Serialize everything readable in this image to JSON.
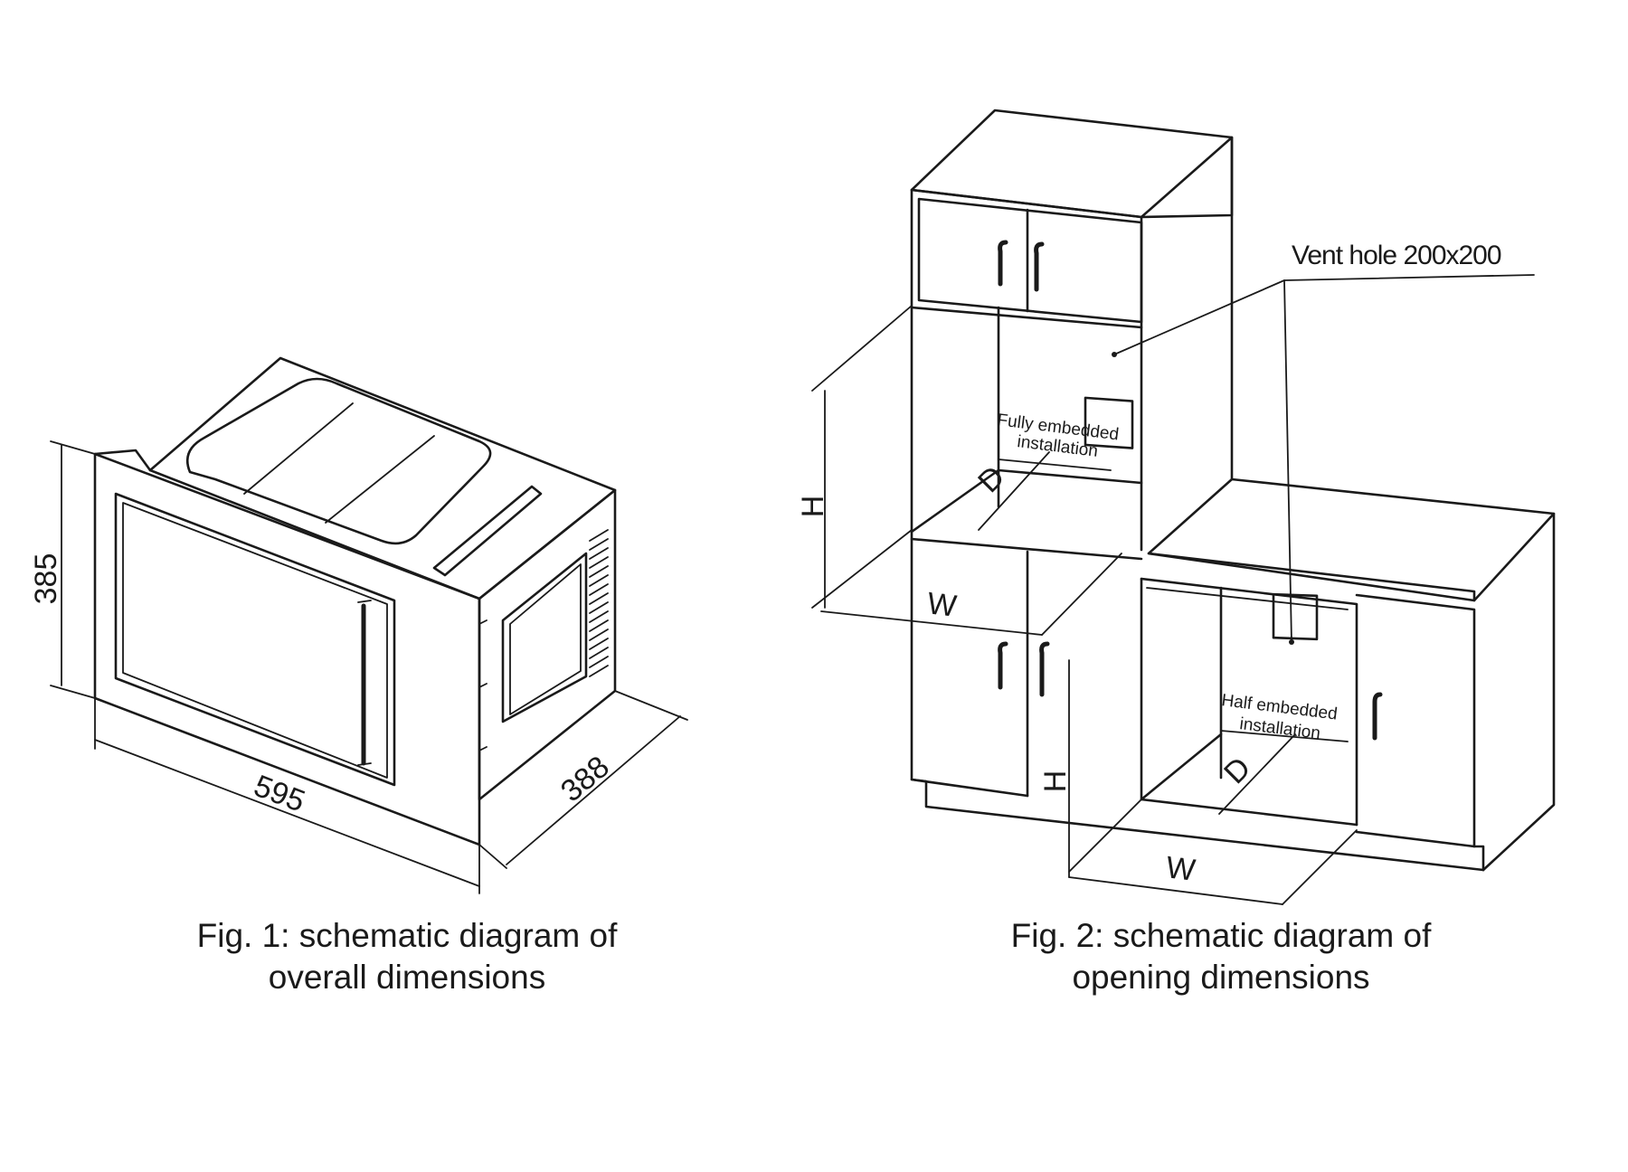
{
  "fig1": {
    "dim_height": "385",
    "dim_width": "595",
    "dim_depth": "388",
    "caption_line1": "Fig. 1: schematic diagram of",
    "caption_line2": "overall dimensions"
  },
  "fig2": {
    "vent_label": "Vent hole 200x200",
    "full_label_line1": "Fully embedded",
    "full_label_line2": "installation",
    "half_label_line1": "Half embedded",
    "half_label_line2": "installation",
    "dim_h": "H",
    "dim_w": "W",
    "dim_d": "D",
    "caption_line1": "Fig. 2: schematic diagram of",
    "caption_line2": "opening dimensions"
  }
}
